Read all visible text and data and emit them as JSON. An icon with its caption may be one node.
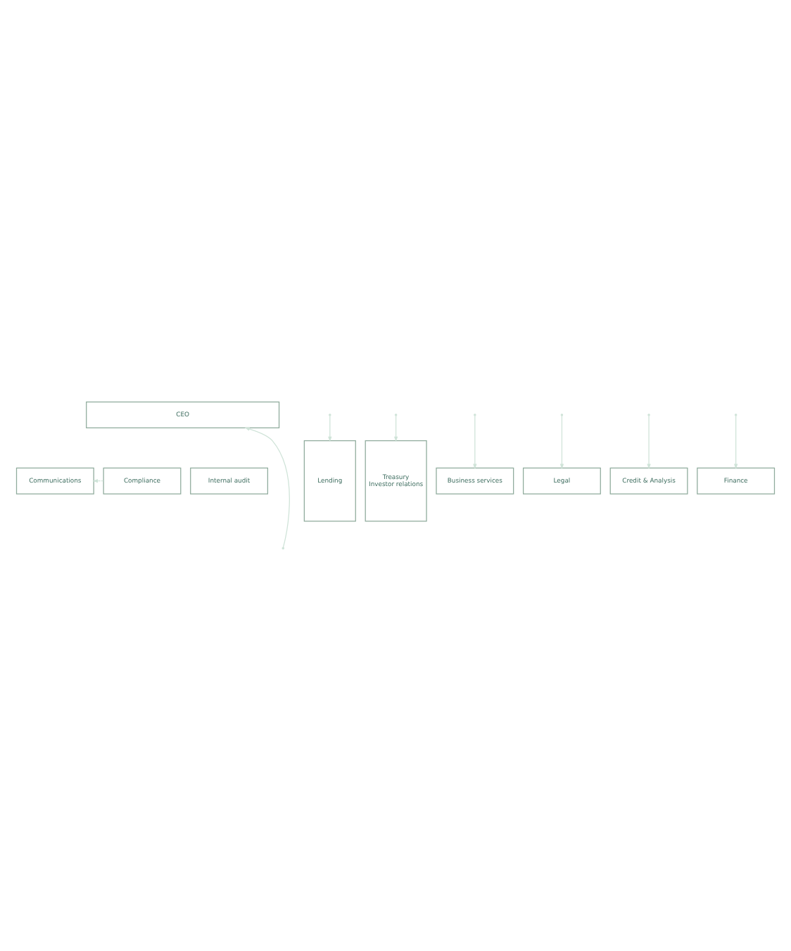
{
  "diagram": {
    "nodes": [
      {
        "text": [
          "CEO"
        ]
      },
      {
        "text": [
          "Communications"
        ]
      },
      {
        "text": [
          "Compliance"
        ]
      },
      {
        "text": [
          "Internal audit"
        ]
      },
      {
        "text": [
          "Lending"
        ]
      },
      {
        "text": [
          "Treasury",
          "Investor relations"
        ]
      },
      {
        "text": [
          "Business services"
        ]
      },
      {
        "text": [
          "Legal"
        ]
      },
      {
        "text": [
          "Credit & Analysis"
        ]
      },
      {
        "text": [
          "Finance"
        ]
      }
    ],
    "edges": [
      {
        "from": null,
        "to": 0,
        "arrow": "to"
      },
      {
        "from": 2,
        "to": 1,
        "arrow": "to",
        "style": "dashed"
      },
      {
        "from": null,
        "to": 4,
        "arrow": "to"
      },
      {
        "from": null,
        "to": 5,
        "arrow": "to"
      },
      {
        "from": null,
        "to": 6,
        "arrow": "to"
      },
      {
        "from": null,
        "to": 7,
        "arrow": "to"
      },
      {
        "from": null,
        "to": 8,
        "arrow": "to"
      },
      {
        "from": null,
        "to": 9,
        "arrow": "to"
      }
    ]
  }
}
